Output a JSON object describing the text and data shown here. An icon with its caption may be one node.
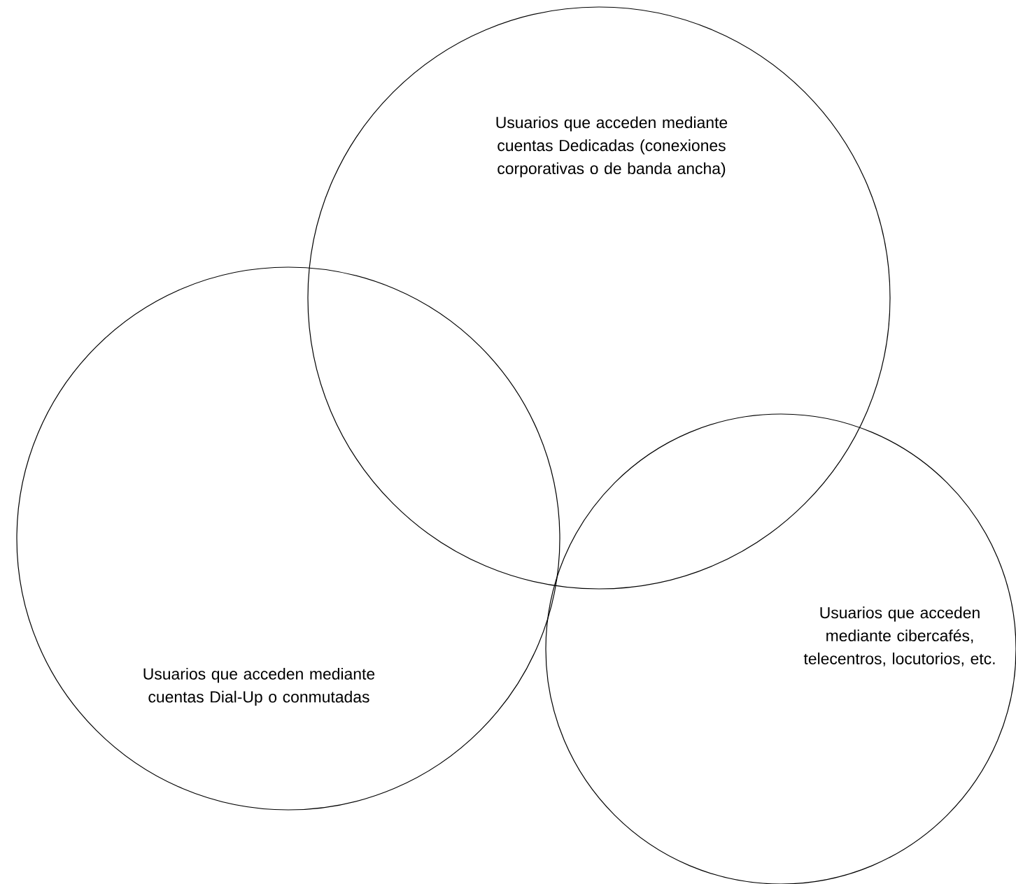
{
  "diagram": {
    "nodes": [
      {
        "text": [
          "Usuarios que acceden mediante cuentas Dedicadas (conexiones corporativas o de banda ancha)"
        ]
      },
      {
        "text": [
          "Usuarios que acceden mediante cuentas Dial-Up o conmutadas"
        ]
      },
      {
        "text": [
          "Usuarios que acceden mediante cibercafés, telecentros, locutorios, etc."
        ]
      }
    ]
  }
}
